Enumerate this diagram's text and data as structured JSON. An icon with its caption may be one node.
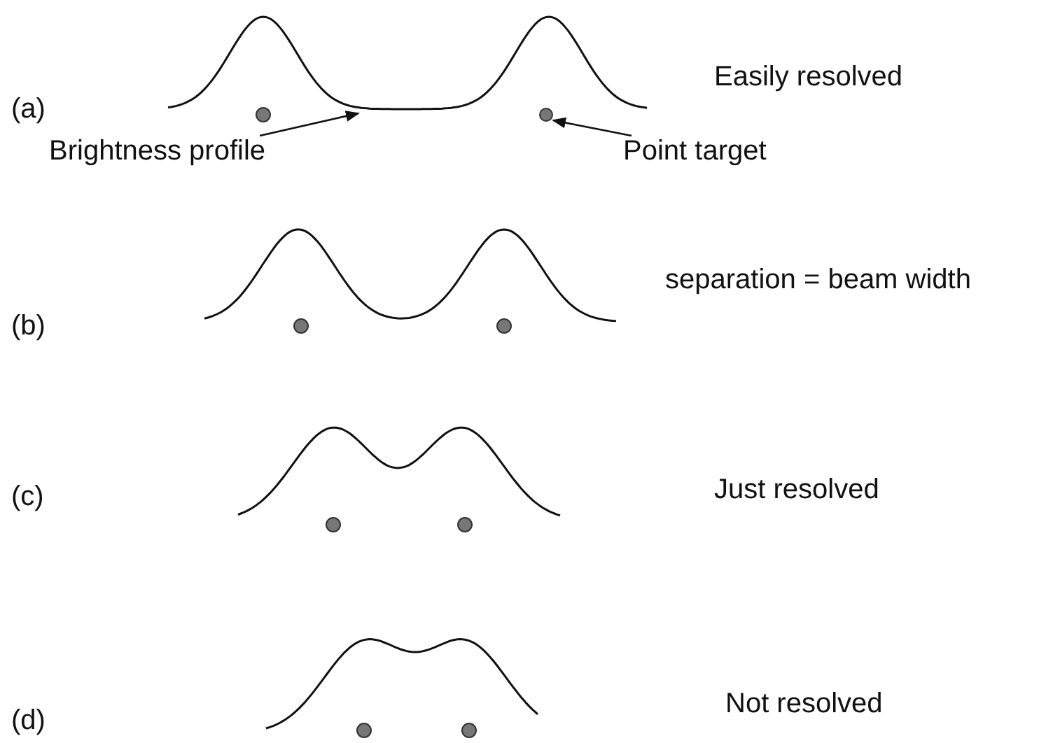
{
  "diagram": {
    "nodes": [
      {
        "text": [
          "Brightness profile"
        ]
      },
      {
        "text": [],
        "shape": "curve"
      },
      {
        "text": [
          "Point target"
        ]
      },
      {
        "text": [],
        "shape": "circle"
      }
    ],
    "edges": [
      {
        "from": 0,
        "to": 1,
        "arrow": "to"
      },
      {
        "from": 2,
        "to": 3,
        "arrow": "to"
      }
    ],
    "labels": [
      "(a)",
      "Easily resolved",
      "(b)",
      "separation = beam width",
      "(c)",
      "Just resolved",
      "(d)",
      "Not resolved"
    ]
  }
}
